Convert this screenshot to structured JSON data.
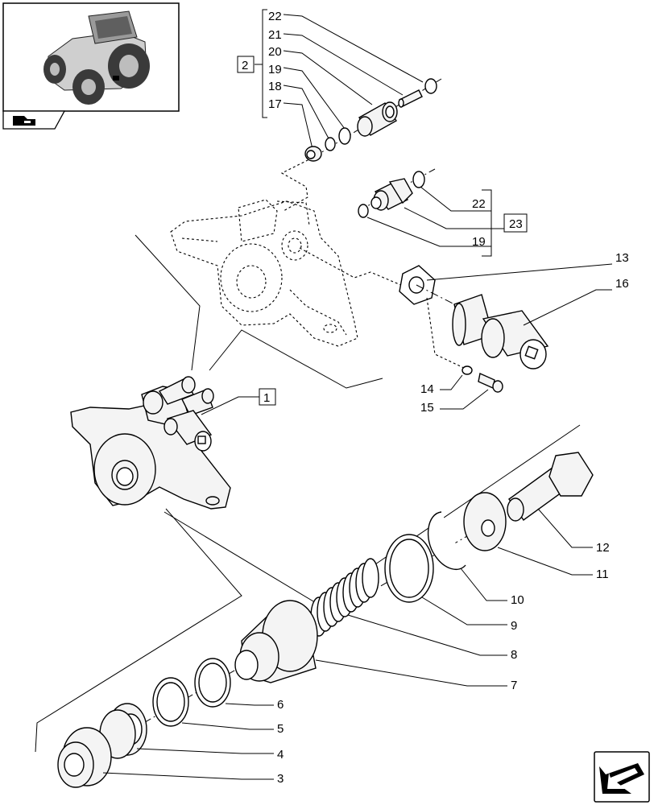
{
  "callouts": {
    "c22a": "22",
    "c21": "21",
    "c20": "20",
    "c19a": "19",
    "c18": "18",
    "c17": "17",
    "c2": "2",
    "c22b": "22",
    "c23": "23",
    "c19b": "19",
    "c13": "13",
    "c16": "16",
    "c14": "14",
    "c15": "15",
    "c1": "1",
    "c12": "12",
    "c11": "11",
    "c10": "10",
    "c9": "9",
    "c8": "8",
    "c7": "7",
    "c6": "6",
    "c5": "5",
    "c4": "4",
    "c3": "3"
  },
  "icons": {
    "thumbnail": "tractor-thumbnail",
    "catalog": "catalog-page-icon",
    "navigation": "next-page-arrow-icon"
  }
}
